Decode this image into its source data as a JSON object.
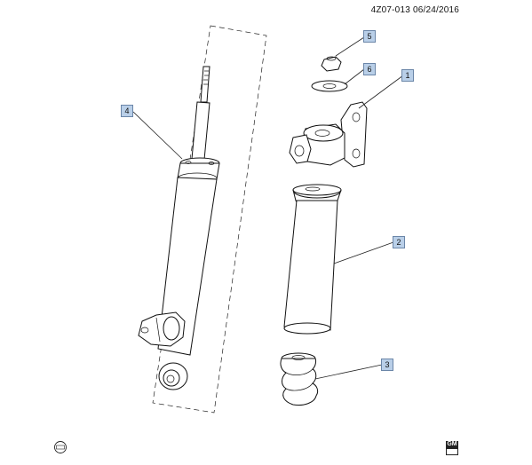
{
  "header": {
    "reference": "4Z07-013  06/24/2016"
  },
  "callouts": [
    {
      "label": "5"
    },
    {
      "label": "6"
    },
    {
      "label": "1"
    },
    {
      "label": "4"
    },
    {
      "label": "2"
    },
    {
      "label": "3"
    }
  ],
  "footer": {
    "logo_text": "GM"
  }
}
